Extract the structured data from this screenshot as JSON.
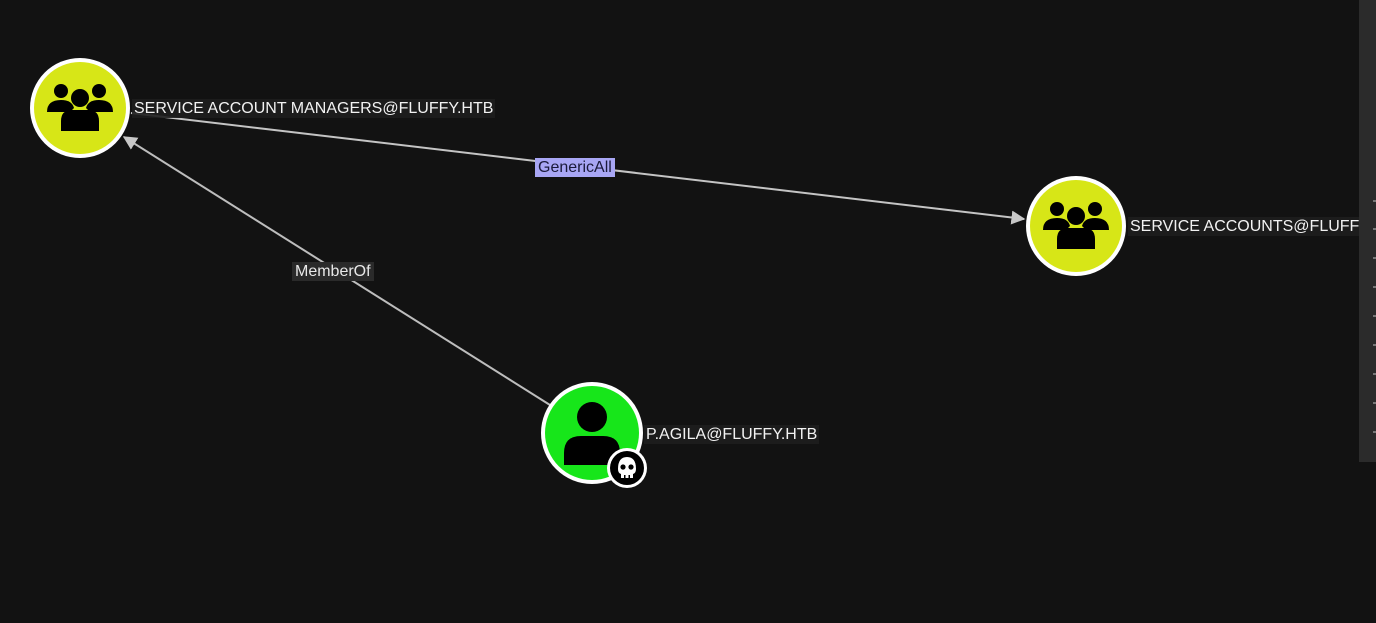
{
  "graph": {
    "nodes": [
      {
        "id": "sam",
        "label": "SERVICE ACCOUNT MANAGERS@FLUFFY.HTB",
        "kind": "group",
        "icon": "users-group-icon",
        "fill": "#d7e617"
      },
      {
        "id": "sa",
        "label": "SERVICE ACCOUNTS@FLUFFY.HTB",
        "kind": "group",
        "icon": "users-group-icon",
        "fill": "#d7e617"
      },
      {
        "id": "pagila",
        "label": "P.AGILA@FLUFFY.HTB",
        "kind": "user",
        "icon": "user-icon",
        "fill": "#17e61a",
        "badge": "skull-icon"
      }
    ],
    "edges": [
      {
        "from": "pagila",
        "to": "sam",
        "label": "MemberOf"
      },
      {
        "from": "sam",
        "to": "sa",
        "label": "GenericAll",
        "highlighted": true
      }
    ]
  },
  "colors": {
    "background": "#121212",
    "edge": "#bdbdbd",
    "node_ring": "#ffffff",
    "group_fill": "#d7e617",
    "user_fill": "#17e61a",
    "highlight_label": "#a8a6f4"
  }
}
